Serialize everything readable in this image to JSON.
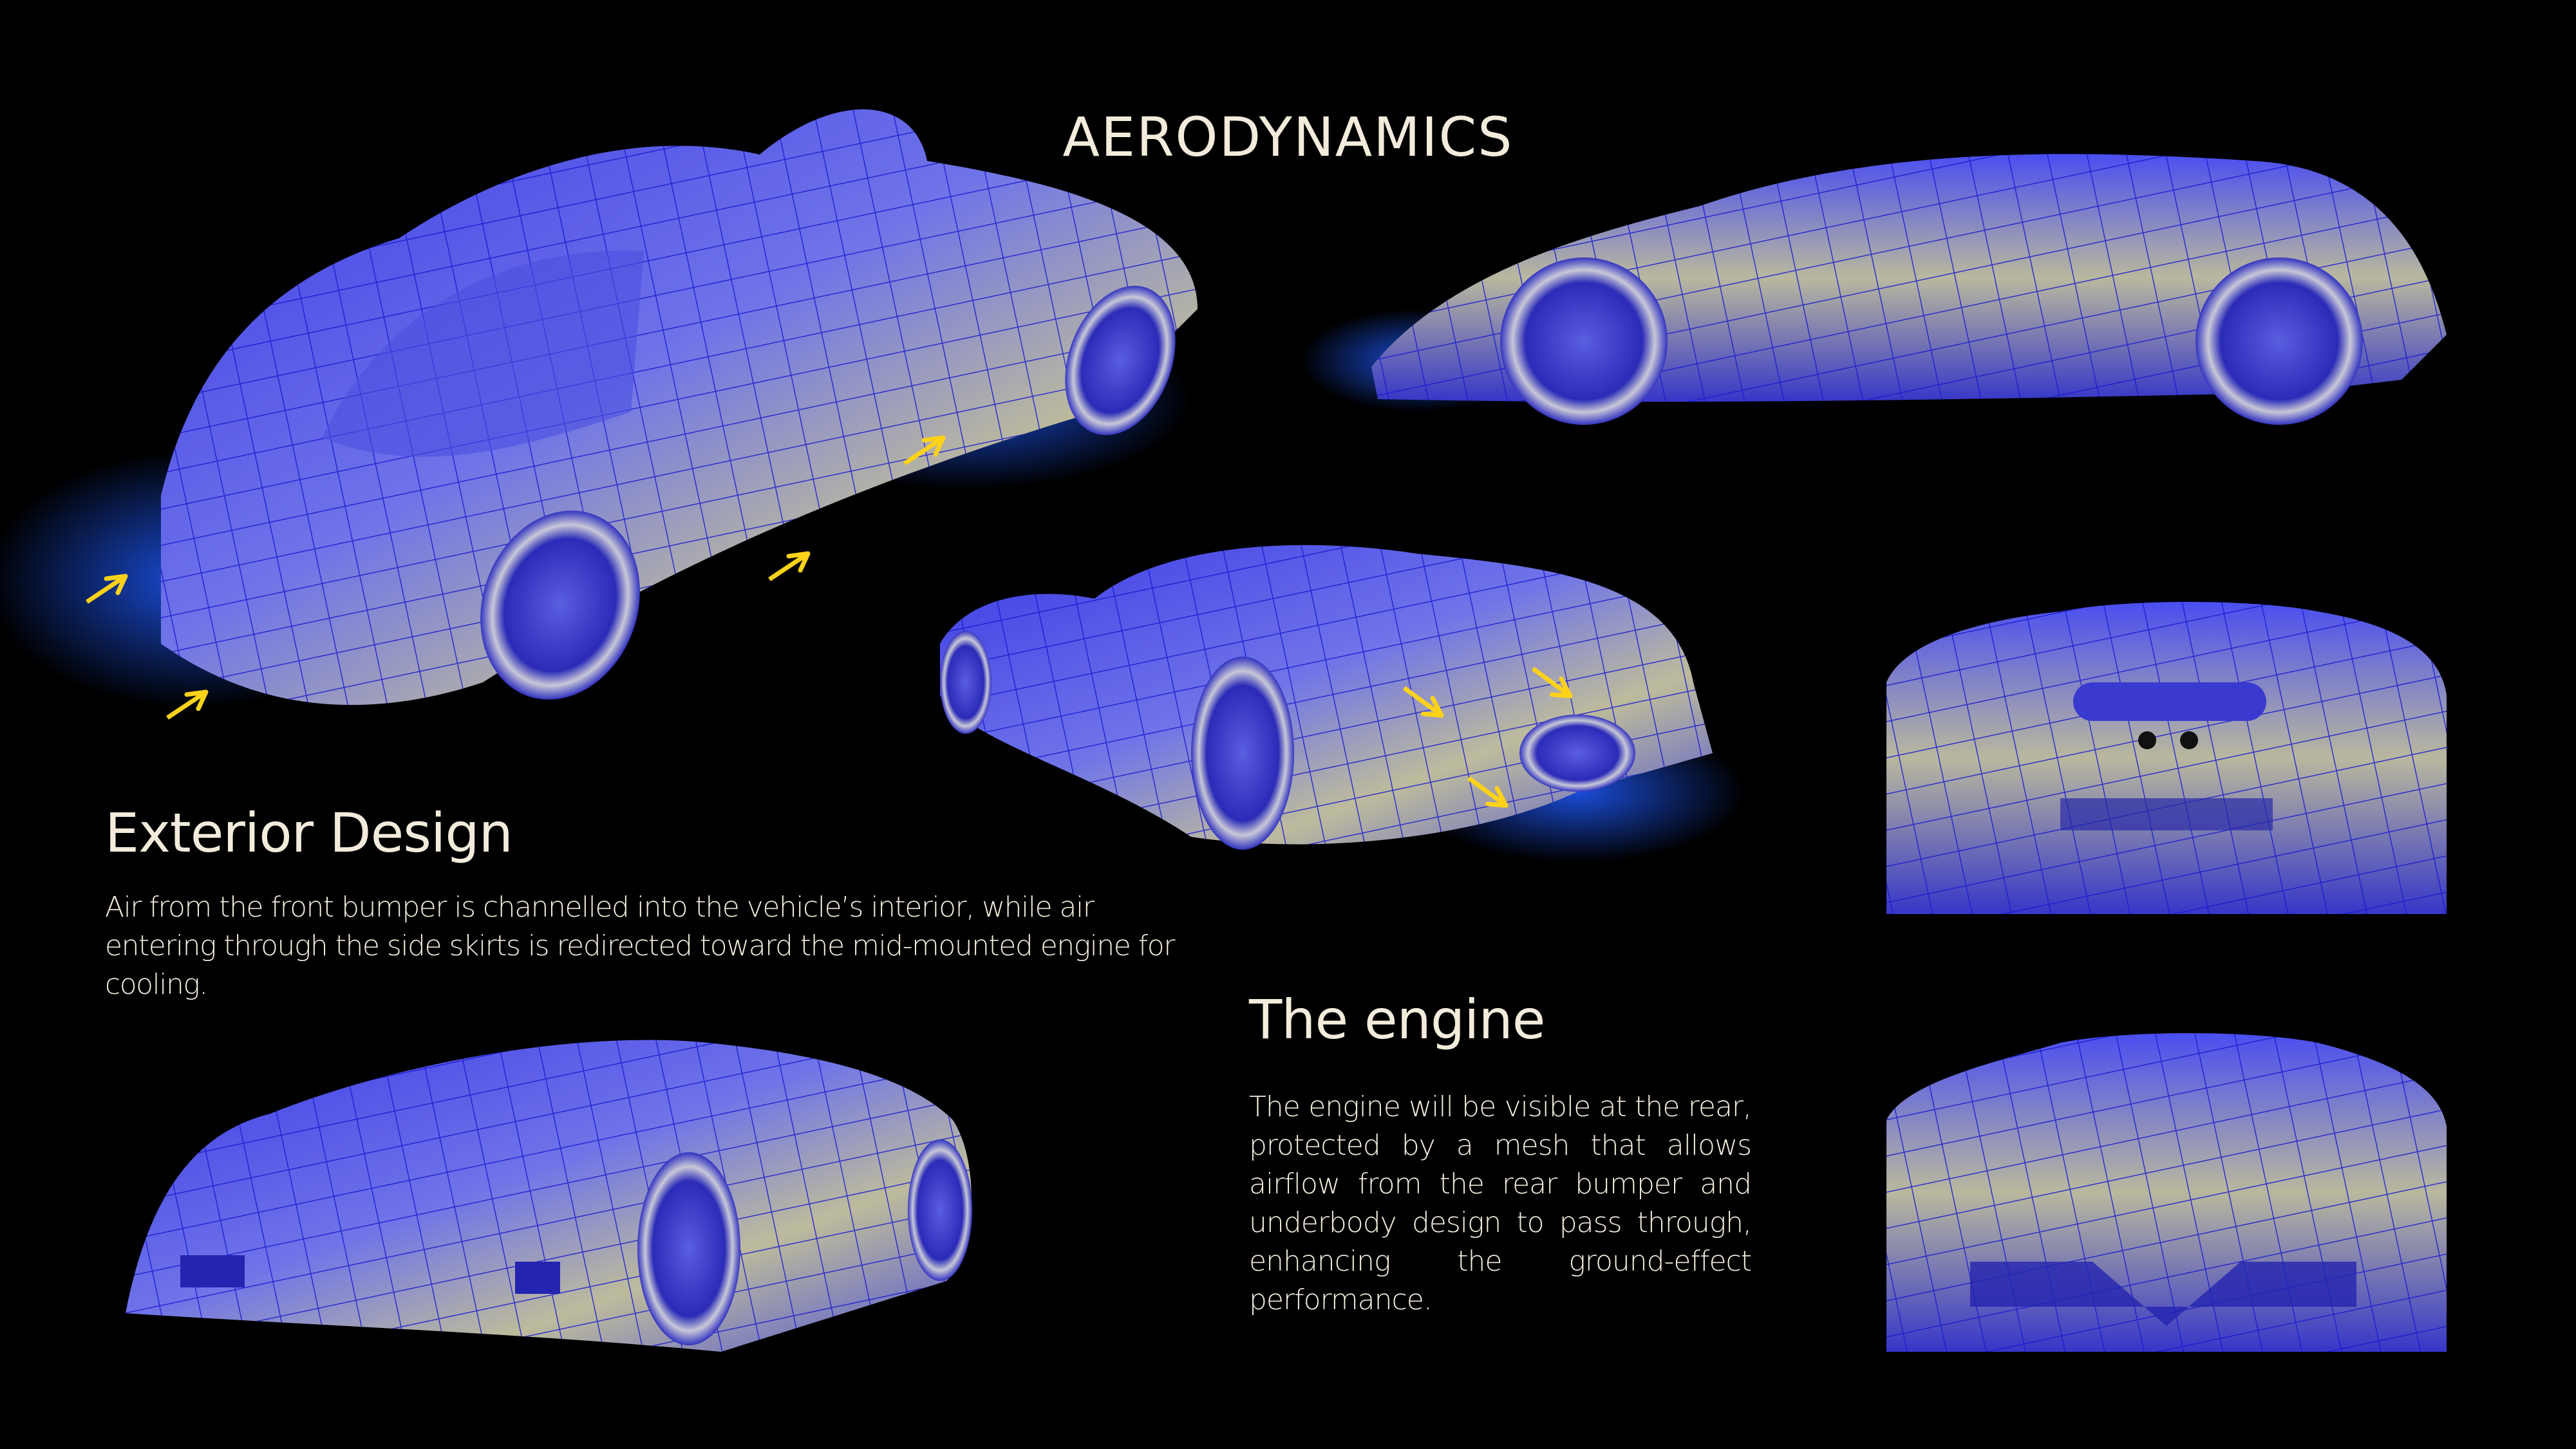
{
  "slide": {
    "title": "AERODYNAMICS",
    "exterior": {
      "heading": "Exterior Design",
      "body": "Air from the front bumper is channelled into the vehicle’s interior, while air entering through the side skirts is redirected toward the mid-mounted engine for cooling."
    },
    "engine": {
      "heading": "The engine",
      "body": "The engine will be visible at the rear, protected by a mesh that allows airflow from the rear bumper and underbody design to pass through, enhancing the ground-effect performance."
    }
  },
  "colors": {
    "background": "#000000",
    "text": "#f3ecdc",
    "mesh": "#2a2ad8",
    "body_light": "#c9c6a8",
    "glow": "#1f5bff",
    "arrow": "#ffd21a"
  }
}
